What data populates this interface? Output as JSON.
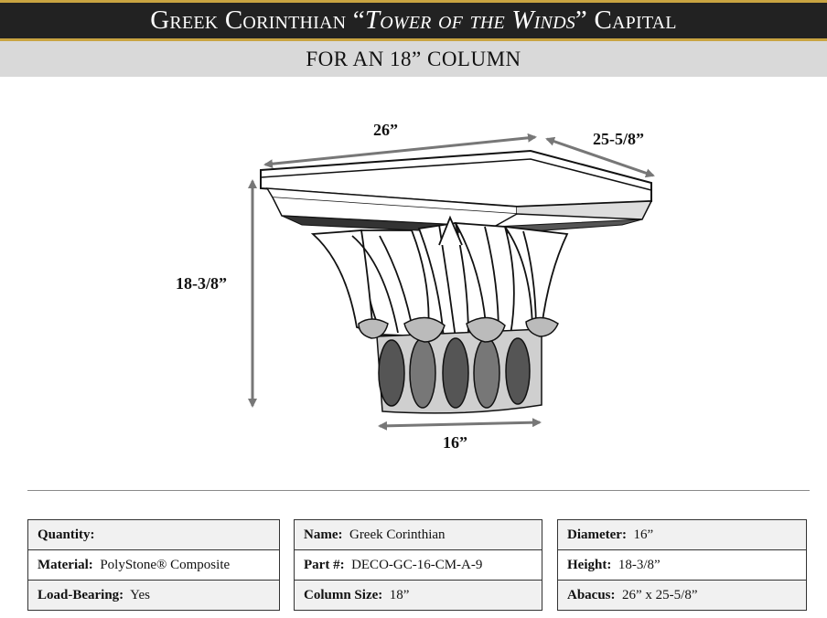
{
  "header": {
    "title_part1": "Greek Corinthian “",
    "title_italic": "Tower of the Winds",
    "title_part2": "” Capital",
    "subtitle": "FOR AN 18” COLUMN"
  },
  "drawing": {
    "dim_width": "26”",
    "dim_depth": "25-5/8”",
    "dim_height": "18-3/8”",
    "dim_base": "16”"
  },
  "specs": {
    "quantity_label": "Quantity:",
    "quantity_value": "",
    "material_label": "Material:",
    "material_value": "PolyStone® Composite",
    "load_label": "Load-Bearing:",
    "load_value": "Yes",
    "name_label": "Name:",
    "name_value": "Greek Corinthian",
    "part_label": "Part #:",
    "part_value": "DECO-GC-16-CM-A-9",
    "colsize_label": "Column Size:",
    "colsize_value": "18”",
    "diameter_label": "Diameter:",
    "diameter_value": "16”",
    "height_label": "Height:",
    "height_value": "18-3/8”",
    "abacus_label": "Abacus:",
    "abacus_value": "26” x 25-5/8”"
  },
  "colors": {
    "title_bg": "#222222",
    "gold_accent": "#c9a441",
    "subtitle_bg": "#d9d9d9",
    "arrow_gray": "#777777"
  }
}
